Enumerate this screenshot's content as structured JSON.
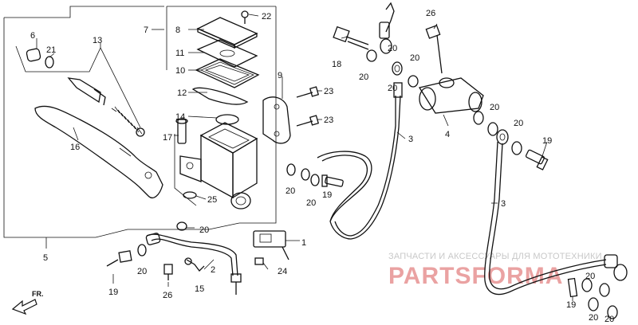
{
  "labels": {
    "l1": "1",
    "l2": "2",
    "l3a": "3",
    "l3b": "3",
    "l4": "4",
    "l5": "5",
    "l6": "6",
    "l7": "7",
    "l8": "8",
    "l9": "9",
    "l10": "10",
    "l11": "11",
    "l12": "12",
    "l13": "13",
    "l14": "14",
    "l15": "15",
    "l16": "16",
    "l17": "17",
    "l18": "18",
    "l19a": "19",
    "l19b": "19",
    "l19c": "19",
    "l19d": "19",
    "l20a": "20",
    "l20b": "20",
    "l20c": "20",
    "l20d": "20",
    "l20e": "20",
    "l20f": "20",
    "l20g": "20",
    "l20h": "20",
    "l20i": "20",
    "l20j": "20",
    "l20k": "20",
    "l20l": "20",
    "l20m": "20",
    "l21": "21",
    "l22": "22",
    "l23a": "23",
    "l23b": "23",
    "l24": "24",
    "l25": "25",
    "l26a": "26",
    "l26b": "26"
  },
  "watermark": {
    "caption": "ЗАПЧАСТИ И АКСЕССУАРЫ ДЛЯ МОТОТЕХНИКИ",
    "brand": "PARTSFORMA"
  },
  "direction": "FR."
}
